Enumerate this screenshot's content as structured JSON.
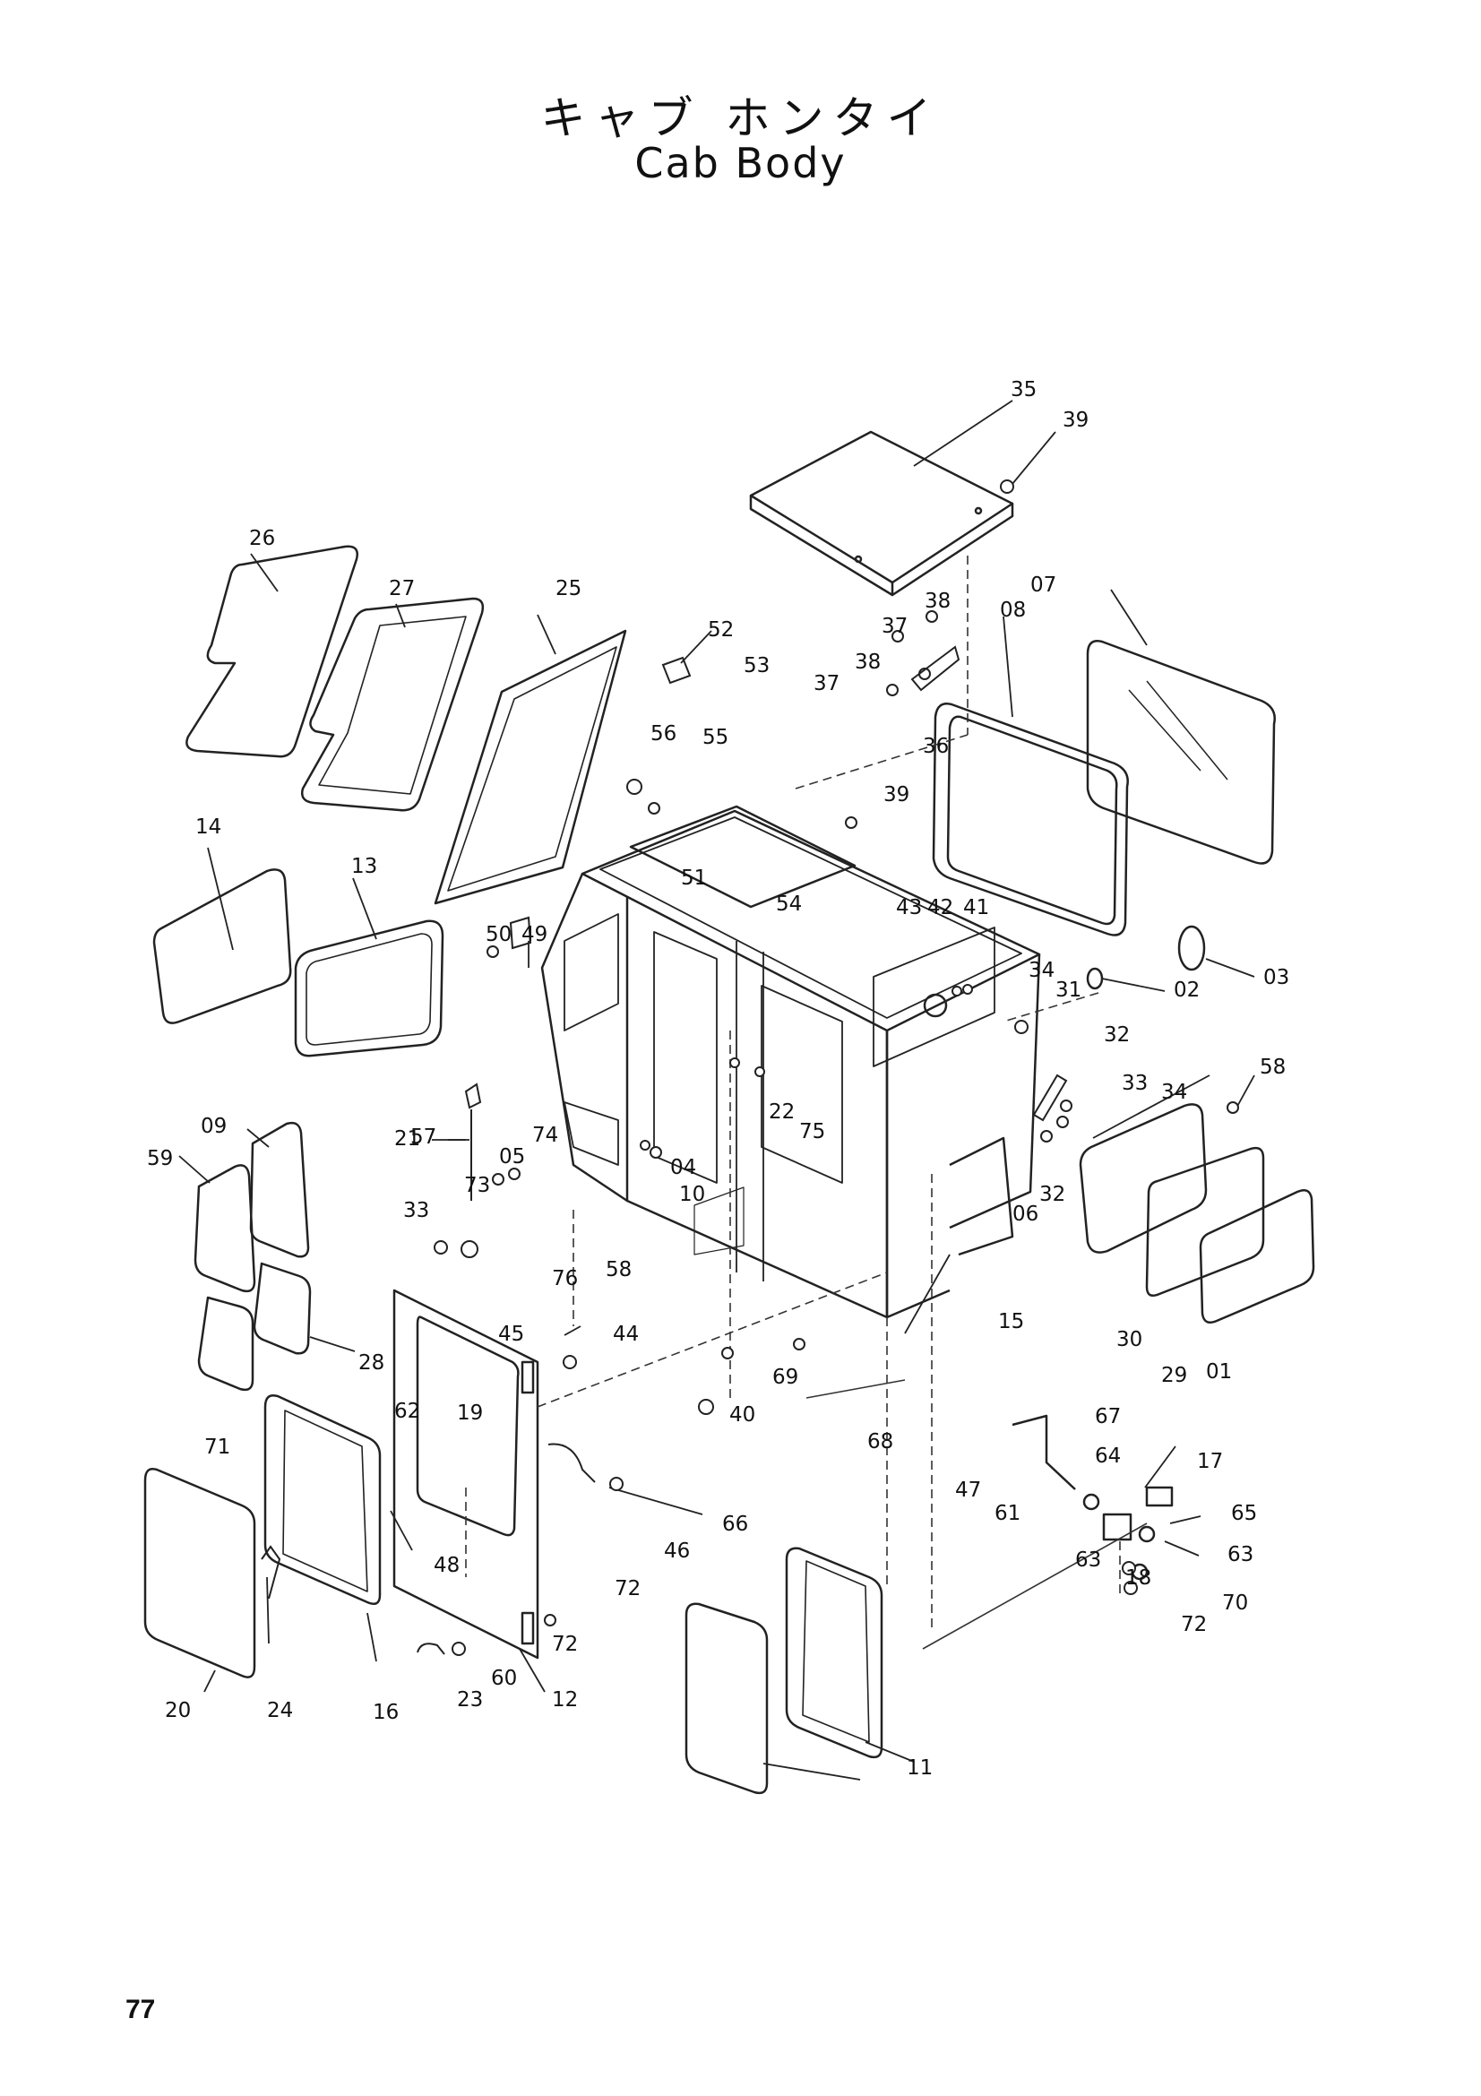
{
  "title_jp": "キャブ ホンタイ",
  "title_en": "Cab Body",
  "page_number": "77",
  "callouts": [
    "35",
    "39",
    "38",
    "37",
    "38",
    "37",
    "36",
    "26",
    "27",
    "25",
    "52",
    "53",
    "07",
    "08",
    "56",
    "55",
    "39",
    "14",
    "13",
    "49",
    "50",
    "51",
    "54",
    "43",
    "42",
    "41",
    "03",
    "02",
    "34",
    "31",
    "32",
    "33",
    "34",
    "58",
    "57",
    "21",
    "22",
    "75",
    "74",
    "05",
    "04",
    "10",
    "09",
    "59",
    "73",
    "33",
    "32",
    "06",
    "58",
    "76",
    "45",
    "28",
    "30",
    "29",
    "01",
    "15",
    "44",
    "71",
    "69",
    "40",
    "68",
    "67",
    "64",
    "17",
    "19",
    "62",
    "47",
    "66",
    "65",
    "63",
    "61",
    "63",
    "18",
    "48",
    "46",
    "72",
    "70",
    "72",
    "72",
    "60",
    "23",
    "20",
    "24",
    "16",
    "12",
    "11"
  ]
}
